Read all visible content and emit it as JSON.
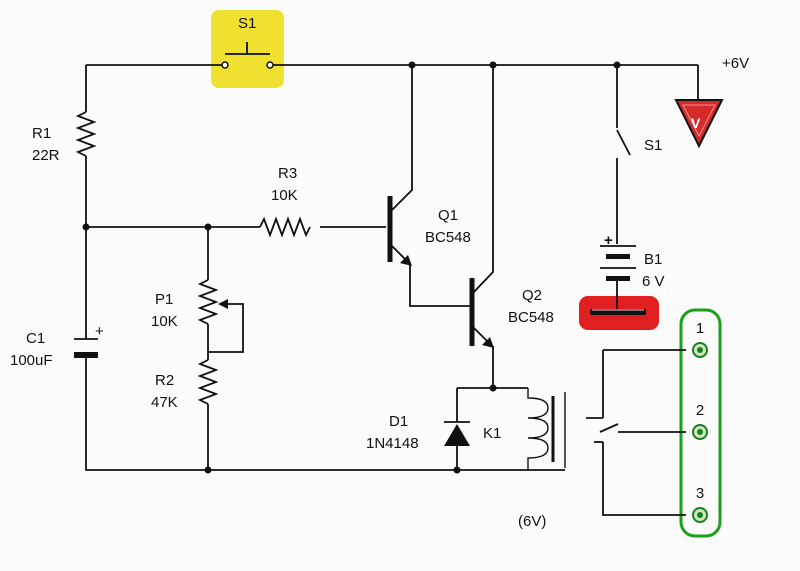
{
  "supply": {
    "label": "+6V"
  },
  "switch_main": {
    "label": "S1",
    "highlight": "#f0e030"
  },
  "voltmeter": {
    "label": "V",
    "color": "#d42a2a"
  },
  "switch_batt": {
    "label": "S1"
  },
  "battery": {
    "name": "B1",
    "value": "6 V",
    "plus": "+"
  },
  "battery_highlight": {
    "color": "#e02020"
  },
  "r1": {
    "name": "R1",
    "value": "22R"
  },
  "r3": {
    "name": "R3",
    "value": "10K"
  },
  "q1": {
    "name": "Q1",
    "value": "BC548"
  },
  "q2": {
    "name": "Q2",
    "value": "BC548"
  },
  "p1": {
    "name": "P1",
    "value": "10K"
  },
  "r2": {
    "name": "R2",
    "value": "47K"
  },
  "c1": {
    "name": "C1",
    "value": "100uF",
    "plus": "+"
  },
  "d1": {
    "name": "D1",
    "value": "1N4148"
  },
  "k1": {
    "name": "K1",
    "voltage": "(6V)"
  },
  "terminals": {
    "t1": "1",
    "t2": "2",
    "t3": "3",
    "highlight": "#1aa01a"
  }
}
